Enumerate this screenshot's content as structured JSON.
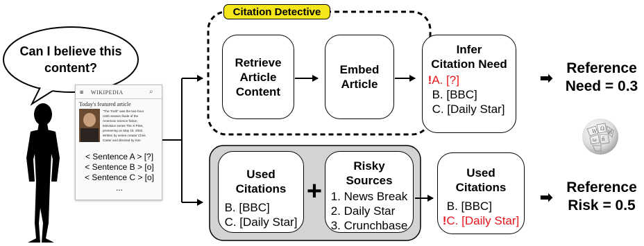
{
  "speech": "Can I believe this content?",
  "phone": {
    "wiki_brand": "WIKIPEDIA",
    "featured_heading": "Today's featured article",
    "article_text_lines": [
      "\"The Truth\" was the two-hour",
      "ninth season finale of the",
      "American science fiction",
      "television series The X-Files,",
      "premiering on May 19, 2002.",
      "Written by series creator Chris",
      "Carter and directed by Kim"
    ],
    "sentences": [
      "< Sentence A > [?]",
      "< Sentence B > [o]",
      "< Sentence C > [o]",
      "..."
    ]
  },
  "citation_detective": {
    "label": "Citation Detective",
    "retrieve": [
      "Retrieve",
      "Article",
      "Content"
    ],
    "embed": [
      "Embed",
      "Article"
    ],
    "infer_title": [
      "Infer",
      "Citation Need"
    ],
    "infer_items": [
      {
        "mark": "!",
        "text": "A. [?]",
        "flag": true
      },
      {
        "mark": "",
        "text": "B. [BBC]",
        "flag": false
      },
      {
        "mark": "",
        "text": "C. [Daily Star]",
        "flag": false
      }
    ]
  },
  "bottom": {
    "used_title": [
      "Used",
      "Citations"
    ],
    "used_items": [
      "B. [BBC]",
      "C. [Daily Star]"
    ],
    "plus": "+",
    "risky_title": [
      "Risky",
      "Sources"
    ],
    "risky_items": [
      "1. News Break",
      "2. Daily Star",
      "3. Crunchbase"
    ],
    "result_title": [
      "Used",
      "Citations"
    ],
    "result_items": [
      {
        "mark": "",
        "text": "B. [BBC]",
        "flag": false
      },
      {
        "mark": "!",
        "text": "C. [Daily Star]",
        "flag": true
      }
    ]
  },
  "outputs": {
    "need_label": "Reference",
    "need_value": "Need = 0.3",
    "risk_label": "Reference",
    "risk_value": "Risk = 0.5",
    "arrow": "➡"
  },
  "colors": {
    "highlight_yellow": "#f5e51b",
    "flag_red": "#e8141b",
    "panel_gray": "#d3d3d3",
    "link_blue": "#3366cc"
  }
}
